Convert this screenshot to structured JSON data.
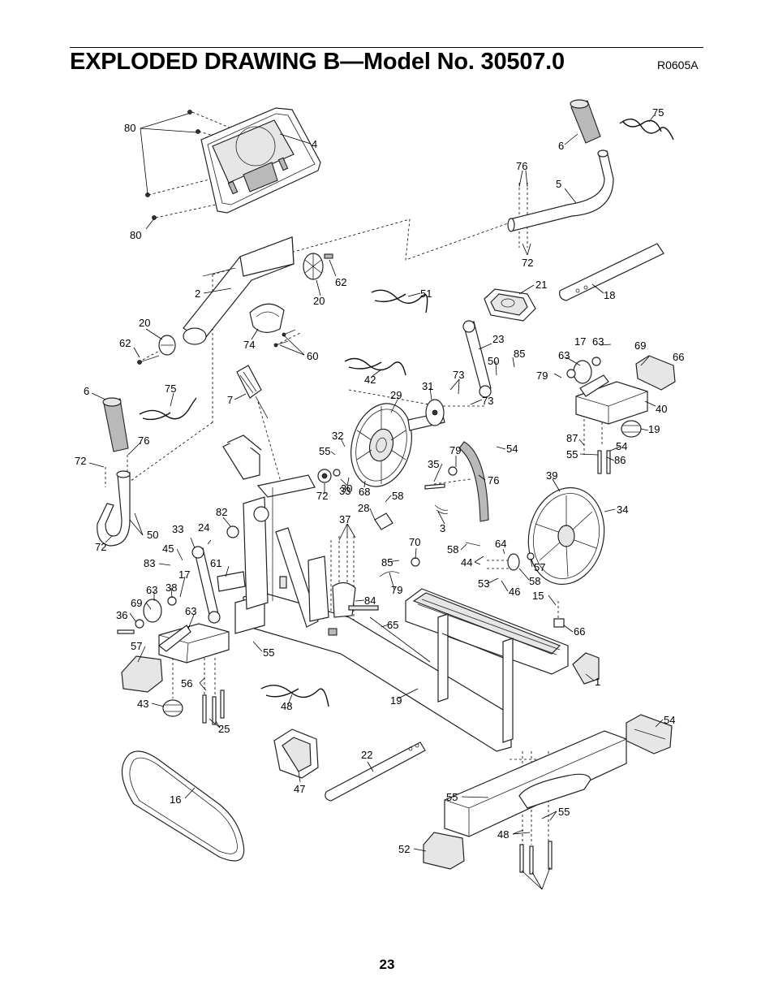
{
  "header": {
    "title": "EXPLODED DRAWING B—Model No. 30507.0",
    "code": "R0605A"
  },
  "page_number": "23",
  "callouts": [
    "80",
    "4",
    "80",
    "75",
    "6",
    "76",
    "5",
    "72",
    "62",
    "20",
    "2",
    "18",
    "21",
    "51",
    "20",
    "62",
    "74",
    "60",
    "23",
    "17",
    "63",
    "69",
    "85",
    "63",
    "66",
    "79",
    "42",
    "50",
    "73",
    "31",
    "29",
    "73",
    "40",
    "6",
    "75",
    "7",
    "19",
    "76",
    "72",
    "32",
    "55",
    "87",
    "79",
    "54",
    "55",
    "54",
    "86",
    "35",
    "76",
    "33",
    "72",
    "30",
    "68",
    "58",
    "34",
    "39",
    "28",
    "24",
    "33",
    "82",
    "37",
    "3",
    "72",
    "50",
    "45",
    "70",
    "58",
    "64",
    "44",
    "57",
    "85",
    "83",
    "61",
    "53",
    "58",
    "46",
    "79",
    "17",
    "63",
    "38",
    "84",
    "15",
    "63",
    "69",
    "36",
    "65",
    "66",
    "57",
    "55",
    "56",
    "1",
    "19",
    "43",
    "48",
    "54",
    "25",
    "22",
    "47",
    "16",
    "55",
    "55",
    "48",
    "52"
  ]
}
